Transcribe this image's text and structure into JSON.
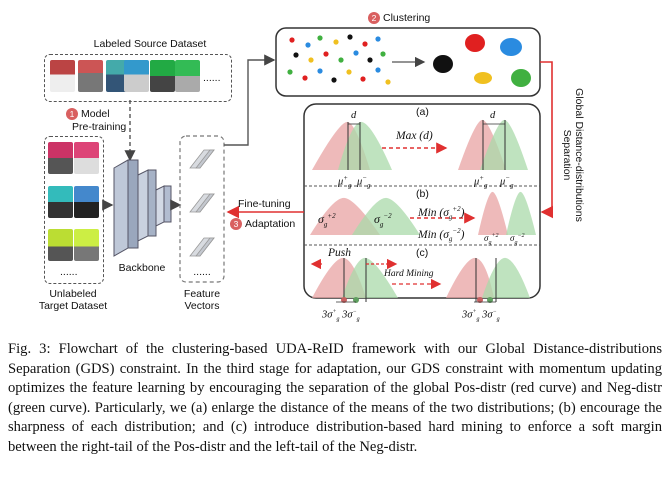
{
  "figure": {
    "labeled_source": "Labeled Source Dataset",
    "source_ellipsis": "......",
    "unlabeled_target": [
      "Unlabeled",
      "Target Dataset"
    ],
    "target_ellipsis": "......",
    "backbone": "Backbone",
    "feature_vectors": [
      "Feature",
      "Vectors"
    ],
    "features_ellipsis": "......",
    "step1_num": "1",
    "step1_label": [
      "Model",
      "Pre-training"
    ],
    "step2_num": "2",
    "step2_label": "Clustering",
    "step3_num": "3",
    "step3_label": "Adaptation",
    "finetuning": "Fine-tuning",
    "gds_side": [
      "Global Distance-distributions",
      "Separation"
    ],
    "panel_a": {
      "tag": "(a)",
      "d_left": "d",
      "d_right": "d",
      "mu_pos": "μ",
      "mu_neg": "μ",
      "arrow": "Max (d)"
    },
    "panel_b": {
      "tag": "(b)",
      "sig_pos": "σ",
      "sig_neg": "σ",
      "min_pos": "Min (σ",
      "min_neg": "Min (σ",
      "sig_pos_small": "σ",
      "sig_neg_small": "σ"
    },
    "panel_c": {
      "tag": "(c)",
      "push": "Push",
      "hard_mining": "Hard Mining",
      "three_sig_pos": "3σ",
      "three_sig_neg": "3σ"
    },
    "colors": {
      "pos": "#e8a3a3",
      "neg": "#a9d9a9",
      "arrow": "#e03030",
      "badge": "#d96060"
    }
  },
  "caption": {
    "text": "Fig. 3: Flowchart of the clustering-based UDA-ReID framework with our Global Distance-distributions Separation (GDS) constraint. In the third stage for adaptation, our GDS constraint with momentum updating optimizes the feature learning by encouraging the separation of the global Pos-distr (red curve) and Neg-distr (green curve). Particularly, we (a) enlarge the distance of the means of the two distributions; (b) encourage the sharpness of each distribution; and (c) introduce distribution-based hard mining to enforce a soft margin between the right-tail of the Pos-distr and the left-tail of the Neg-distr."
  }
}
